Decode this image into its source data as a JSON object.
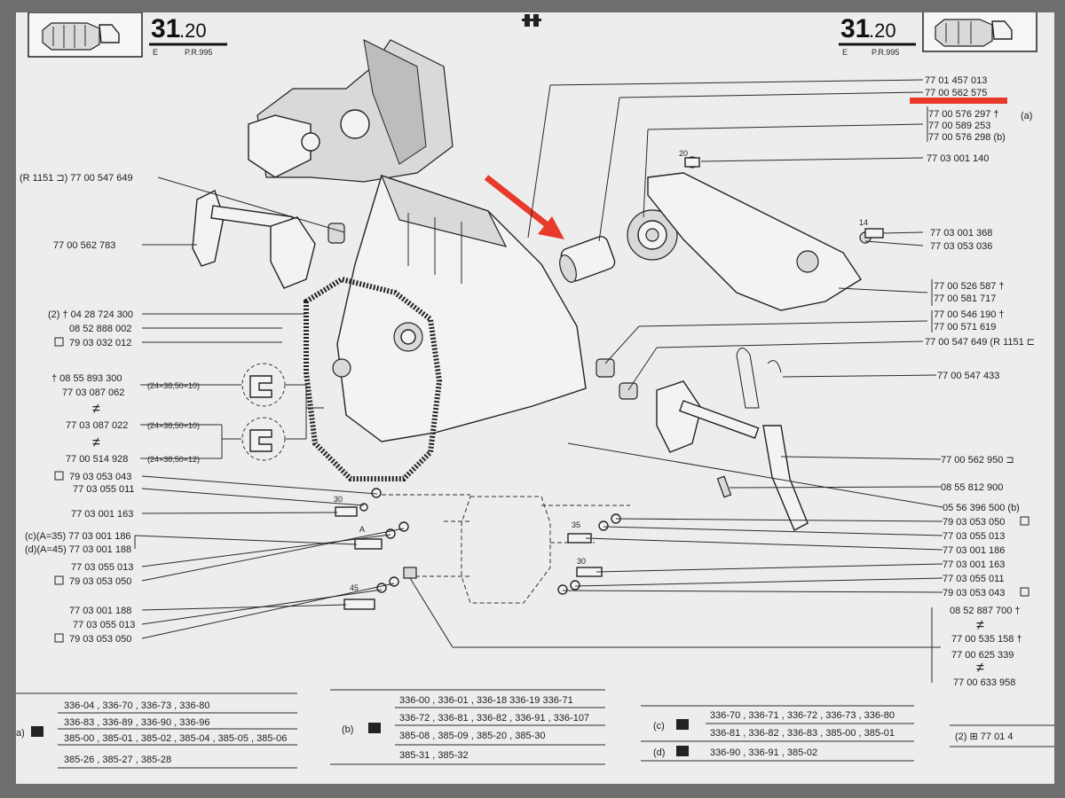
{
  "header": {
    "page_number": "31",
    "page_sub": ".20",
    "edition": "E",
    "reference": "P.R.995"
  },
  "left_labels": [
    {
      "text": "(R 1151 ⊐) 77 00 547 649"
    },
    {
      "text": "77 00 562 783"
    },
    {
      "text": "(2) † 04 28 724 300"
    },
    {
      "text": "08 52 888 002"
    },
    {
      "text": "79 03 032 012"
    },
    {
      "text": "† 08 55 893 300"
    },
    {
      "text": "77 03 087 062"
    },
    {
      "text": "77 03 087 022"
    },
    {
      "text": "77 00 514 928"
    },
    {
      "text": "79 03 053 043"
    },
    {
      "text": "77 03 055 011"
    },
    {
      "text": "77 03 001 163"
    },
    {
      "text": "(c)(A=35) 77 03 001 186"
    },
    {
      "text": "(d)(A=45) 77 03 001 188"
    },
    {
      "text": "77 03 055 013"
    },
    {
      "text": "79 03 053 050"
    },
    {
      "text": "77 03 001 188"
    },
    {
      "text": "77 03 055 013"
    },
    {
      "text": "79 03 053 050"
    }
  ],
  "seal_dims": [
    "(24×38,50×10)",
    "(24×38,50×10)",
    "(24×38,50×12)"
  ],
  "right_labels": [
    {
      "text": "77 01 457 013"
    },
    {
      "text": "77 00 562 575"
    },
    {
      "text": "77 00 576 297 †"
    },
    {
      "text": "77 00 589 253"
    },
    {
      "text": "77 00 576 298 (b)"
    },
    {
      "text": "77 03 001 140"
    },
    {
      "text": "77 03 001 368"
    },
    {
      "text": "77 03 053 036"
    },
    {
      "text": "77 00 526 587 †"
    },
    {
      "text": "77 00 581 717"
    },
    {
      "text": "77 00 546 190 †"
    },
    {
      "text": "77 00 571 619"
    },
    {
      "text": "77 00 547 649 (R 1151 ⊏"
    },
    {
      "text": "77 00 547 433"
    },
    {
      "text": "77 00 562 950 ⊐"
    },
    {
      "text": "08 55 812 900"
    },
    {
      "text": "05 56 396 500 (b)"
    },
    {
      "text": "79 03 053 050"
    },
    {
      "text": "77 03 055 013"
    },
    {
      "text": "77 03 001 186"
    },
    {
      "text": "77 03 001 163"
    },
    {
      "text": "77 03 055 011"
    },
    {
      "text": "79 03 053 043"
    },
    {
      "text": "08 52 887 700 †"
    },
    {
      "text": "77 00 535 158 †"
    },
    {
      "text": "77 00 625 339"
    },
    {
      "text": "77 00 633 958"
    }
  ],
  "annot_a": "(a)",
  "bolt_numbers": [
    "20",
    "14",
    "30",
    "A",
    "45",
    "35",
    "30"
  ],
  "ne_symbol": "≠",
  "footer": {
    "group_a_letter": "a)",
    "group_a": [
      "336-04 , 336-70 , 336-73 , 336-80",
      "336-83 , 336-89 , 336-90 , 336-96",
      "385-00 , 385-01 , 385-02 , 385-04 , 385-05 , 385-06",
      "385-26 , 385-27 , 385-28"
    ],
    "group_b_letter": "(b)",
    "group_b": [
      "336-00 , 336-01 , 336-18   336-19   336-71",
      "336-72 , 336-81 , 336-82 , 336-91 , 336-107",
      "385-08 , 385-09 , 385-20 , 385-30",
      "385-31 , 385-32"
    ],
    "group_c_letter": "(c)",
    "group_c": [
      "336-70 , 336-71 , 336-72 , 336-73 , 336-80",
      "336-81 , 336-82 , 336-83 , 385-00 , 385-01"
    ],
    "group_d_letter": "(d)",
    "group_d": [
      "336-90 , 336-91 , 385-02"
    ],
    "corner_note": "(2)  ⊞   77 01 4"
  },
  "colors": {
    "annotation_red": "#e8392a",
    "paper": "#ededed",
    "ink": "#1c1c1c"
  }
}
